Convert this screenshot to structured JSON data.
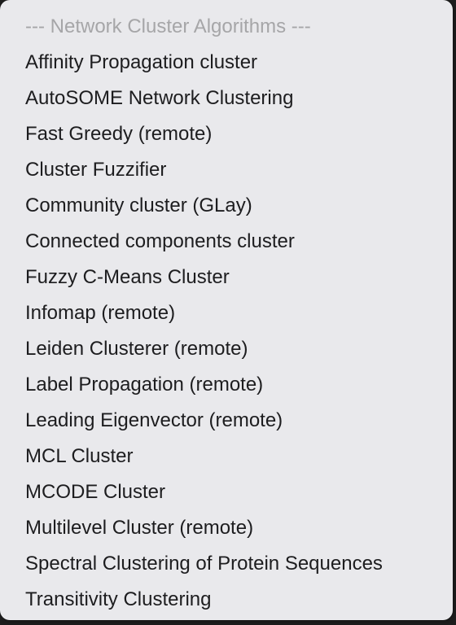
{
  "menu": {
    "header": "--- Network Cluster Algorithms ---",
    "items": [
      "Affinity Propagation cluster",
      "AutoSOME Network Clustering",
      "Fast Greedy (remote)",
      "Cluster Fuzzifier",
      "Community cluster (GLay)",
      "Connected components cluster",
      "Fuzzy C-Means Cluster",
      "Infomap (remote)",
      "Leiden Clusterer (remote)",
      "Label Propagation (remote)",
      "Leading Eigenvector (remote)",
      "MCL Cluster",
      "MCODE Cluster",
      "Multilevel Cluster (remote)",
      "Spectral Clustering of Protein Sequences",
      "Transitivity Clustering"
    ]
  },
  "colors": {
    "menu_background": "#e9e9ec",
    "item_text": "#1d1d1f",
    "header_text": "#a6a6a8"
  }
}
